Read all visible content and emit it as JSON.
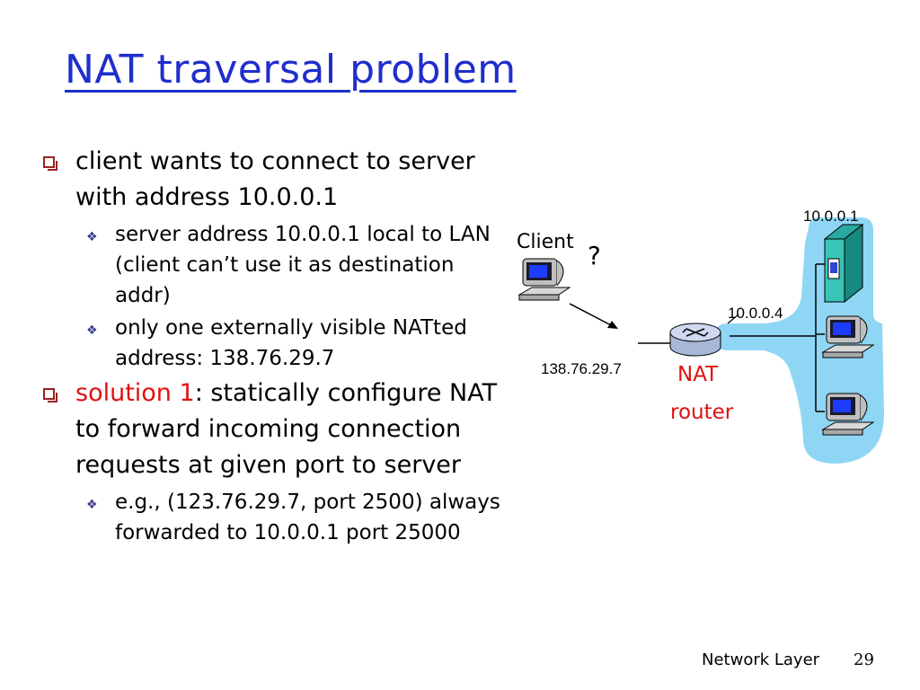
{
  "title": "NAT traversal problem",
  "bullets": {
    "b1": "client wants to connect to server with address 10.0.0.1",
    "b1_sub1": "server address 10.0.0.1 local to LAN (client can’t use it as destination addr)",
    "b1_sub2": "only one externally visible NATted address: 138.76.29.7",
    "b2_highlight": "solution 1",
    "b2_rest": ": statically configure NAT to forward incoming connection requests at given port to server",
    "b2_sub1": "e.g., (123.76.29.7, port 2500) always forwarded to 10.0.0.1 port 25000"
  },
  "diagram": {
    "client_label": "Client",
    "question_mark": "?",
    "server_addr": "10.0.0.1",
    "router_inside_addr": "10.0.0.4",
    "router_outside_addr": "138.76.29.7",
    "nat_label_line1": "NAT",
    "nat_label_line2": "router"
  },
  "footer": {
    "section": "Network Layer",
    "page_number": "29"
  },
  "colors": {
    "title": "#1f2ecc",
    "highlight": "#e01010",
    "lan_cloud": "#8fd6f5",
    "bullet_square": "#9b2222"
  }
}
